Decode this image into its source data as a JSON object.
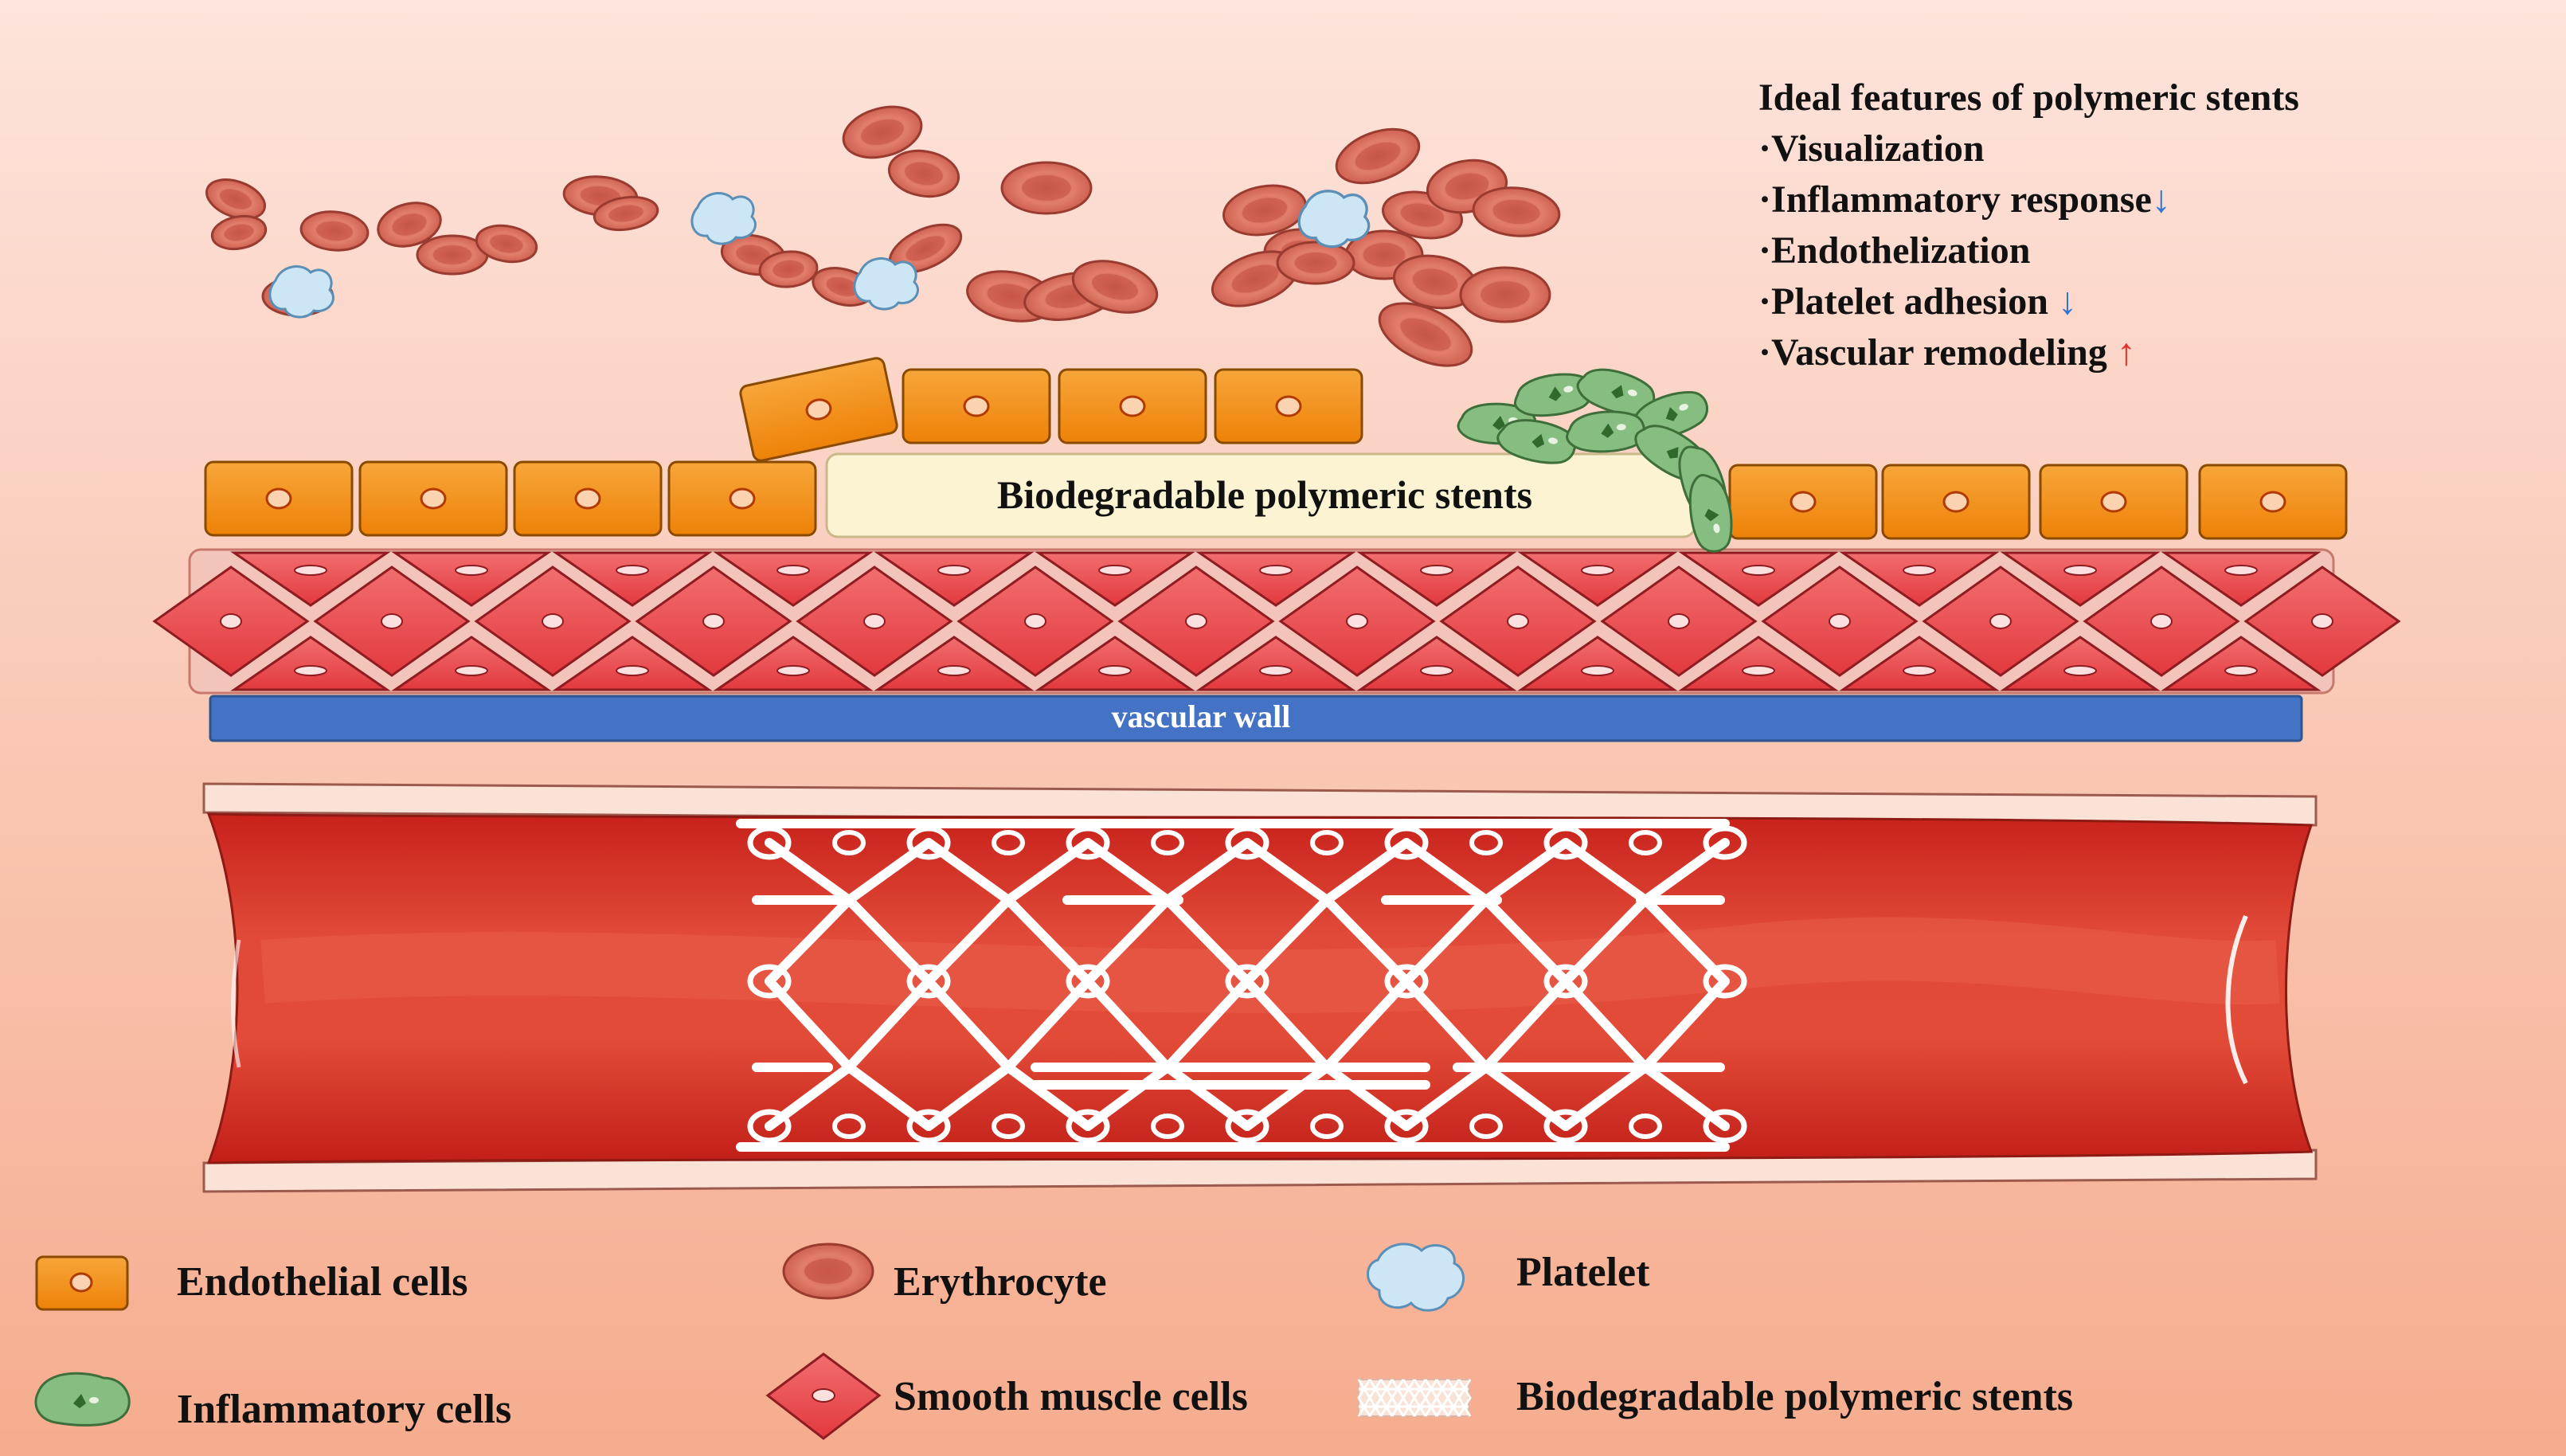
{
  "features": {
    "title": "Ideal features of polymeric stents",
    "items": [
      {
        "text": "·Visualization",
        "arrow": ""
      },
      {
        "text": "·Inflammatory response",
        "arrow": "↓"
      },
      {
        "text": "·Endothelization",
        "arrow": ""
      },
      {
        "text": "·Platelet adhesion ",
        "arrow": "↓"
      },
      {
        "text": "·Vascular  remodeling ",
        "arrow": "↑"
      }
    ]
  },
  "stent_label": "Biodegradable polymeric stents",
  "wall_label": "vascular wall",
  "legend": {
    "endothelial": "Endothelial cells",
    "erythrocyte": "Erythrocyte",
    "platelet": "Platelet",
    "inflammatory": "Inflammatory cells",
    "smooth_muscle": "Smooth muscle cells",
    "stent": "Biodegradable polymeric stents"
  },
  "colors": {
    "endothelial": "#f39218",
    "erythrocyte": "#e07565",
    "platelet": "#cde6f5",
    "inflammatory": "#7fb97a",
    "smooth_muscle": "#e8464a",
    "wall": "#4472c4",
    "vessel": "#d9332a",
    "stent_box": "#fbf3d2",
    "arrow_down": "#2e75d6",
    "arrow_up": "#e2312d"
  }
}
